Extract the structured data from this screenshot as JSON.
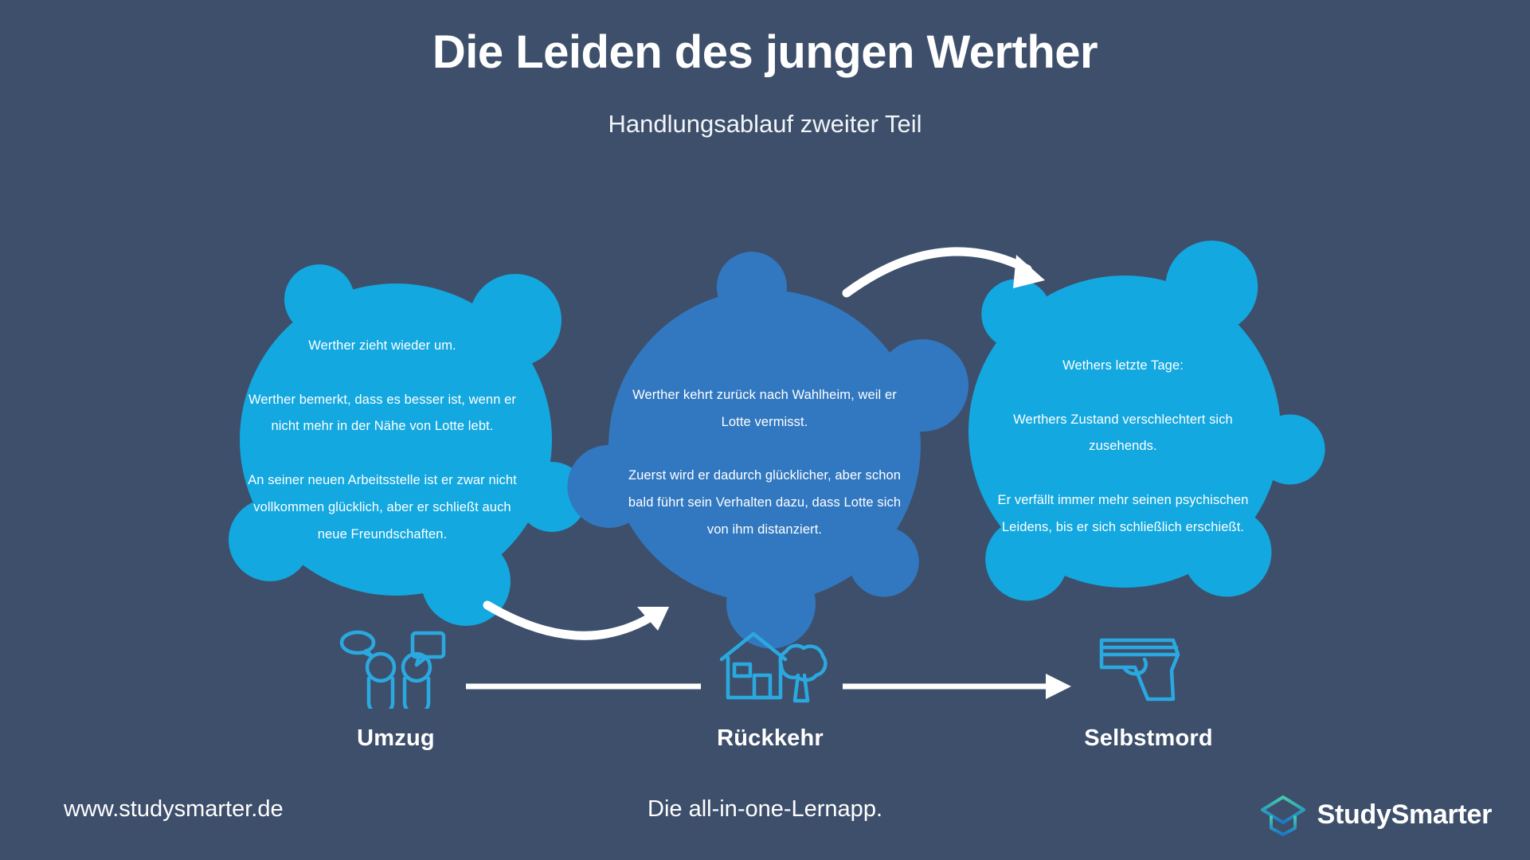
{
  "header": {
    "title": "Die Leiden des jungen Werther",
    "subtitle": "Handlungsablauf zweiter Teil"
  },
  "colors": {
    "background": "#3d4f6b",
    "bubble_light": "#13a8e0",
    "bubble_mid": "#3278c0",
    "icon_stroke": "#2aa9e0",
    "arrow": "#ffffff",
    "text": "#ffffff",
    "logo_teal": "#3bbfa8",
    "logo_blue": "#1f7fc4"
  },
  "bubbles": [
    {
      "id": "bubble-1",
      "color": "#13a8e0",
      "text": "Werther zieht wieder um.\n\nWerther bemerkt, dass es besser ist, wenn er nicht mehr in der Nähe von Lotte lebt.\n\nAn seiner neuen Arbeitsstelle ist er zwar nicht vollkommen glücklich, aber er schließt auch neue Freundschaften."
    },
    {
      "id": "bubble-2",
      "color": "#3278c0",
      "text": "Werther kehrt zurück nach Wahlheim, weil er Lotte vermisst.\n\nZuerst wird er dadurch glücklicher, aber schon bald führt sein Verhalten dazu, dass Lotte sich von ihm distanziert."
    },
    {
      "id": "bubble-3",
      "color": "#13a8e0",
      "text": "Wethers letzte Tage:\n\nWerthers Zustand verschlechtert sich zusehends.\n\nEr verfällt immer mehr seinen psychischen Leidens, bis er sich schließlich erschießt."
    }
  ],
  "steps": [
    {
      "id": "step-umzug",
      "label": "Umzug",
      "icon": "two-people-speech-bubbles-icon"
    },
    {
      "id": "step-rueckkehr",
      "label": "Rückkehr",
      "icon": "house-with-tree-icon"
    },
    {
      "id": "step-selbstmord",
      "label": "Selbstmord",
      "icon": "pistol-icon"
    }
  ],
  "connectors": [
    {
      "id": "arrow-bubble-1-to-2",
      "type": "curved-arrow-up"
    },
    {
      "id": "arrow-bubble-2-to-3",
      "type": "curved-arrow-up"
    },
    {
      "id": "arrow-step-1-to-2",
      "type": "straight-arrow-right"
    },
    {
      "id": "arrow-step-2-to-3",
      "type": "straight-arrow-right"
    }
  ],
  "footer": {
    "url": "www.studysmarter.de",
    "tagline": "Die all-in-one-Lernapp.",
    "brand": "StudySmarter"
  }
}
